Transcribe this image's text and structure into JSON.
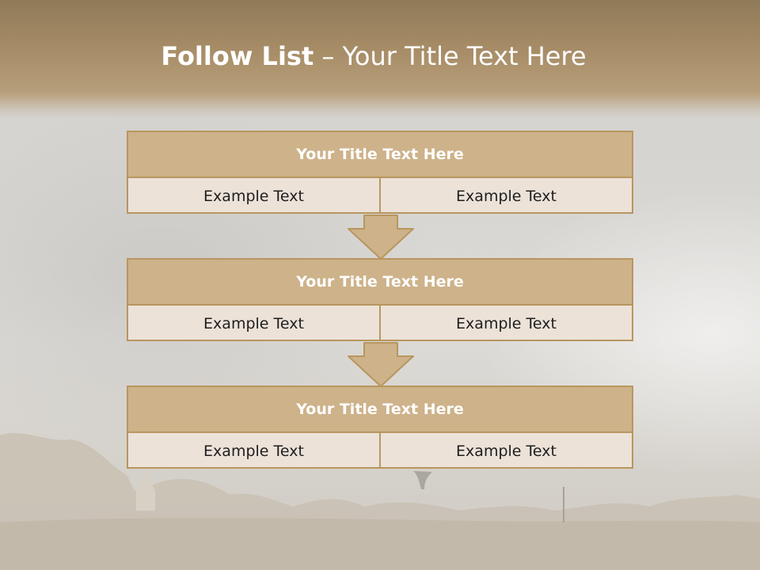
{
  "slide": {
    "title_bold": "Follow List",
    "title_rest": "– Your Title Text Here"
  },
  "steps": [
    {
      "title": "Your Title Text Here",
      "left": "Example Text",
      "right": "Example Text"
    },
    {
      "title": "Your Title Text Here",
      "left": "Example Text",
      "right": "Example Text"
    },
    {
      "title": "Your Title Text Here",
      "left": "Example Text",
      "right": "Example Text"
    }
  ],
  "colors": {
    "header_band": "#a88e68",
    "box_header": "#cdb28a",
    "box_body": "#ece2d8",
    "border": "#b8965f"
  }
}
